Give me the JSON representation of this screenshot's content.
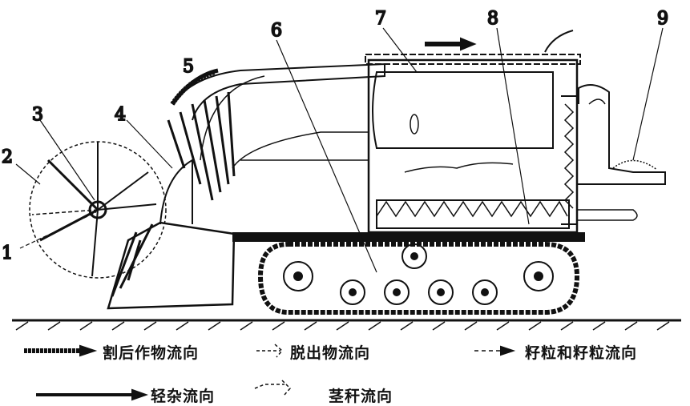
{
  "part_numbers": [
    "1",
    "2",
    "3",
    "4",
    "5",
    "6",
    "7",
    "8",
    "9"
  ],
  "legend": [
    {
      "label": "割后作物流向",
      "style": "thick-hatched-arrow"
    },
    {
      "label": "脱出物流向",
      "style": "hollow-dashed-arrow"
    },
    {
      "label": "籽粒和籽粒流向",
      "style": "dashed-arrow"
    },
    {
      "label": "轻杂流向",
      "style": "solid-arrow"
    },
    {
      "label": "茎秆流向",
      "style": "hollow-dashed-arrow"
    }
  ]
}
